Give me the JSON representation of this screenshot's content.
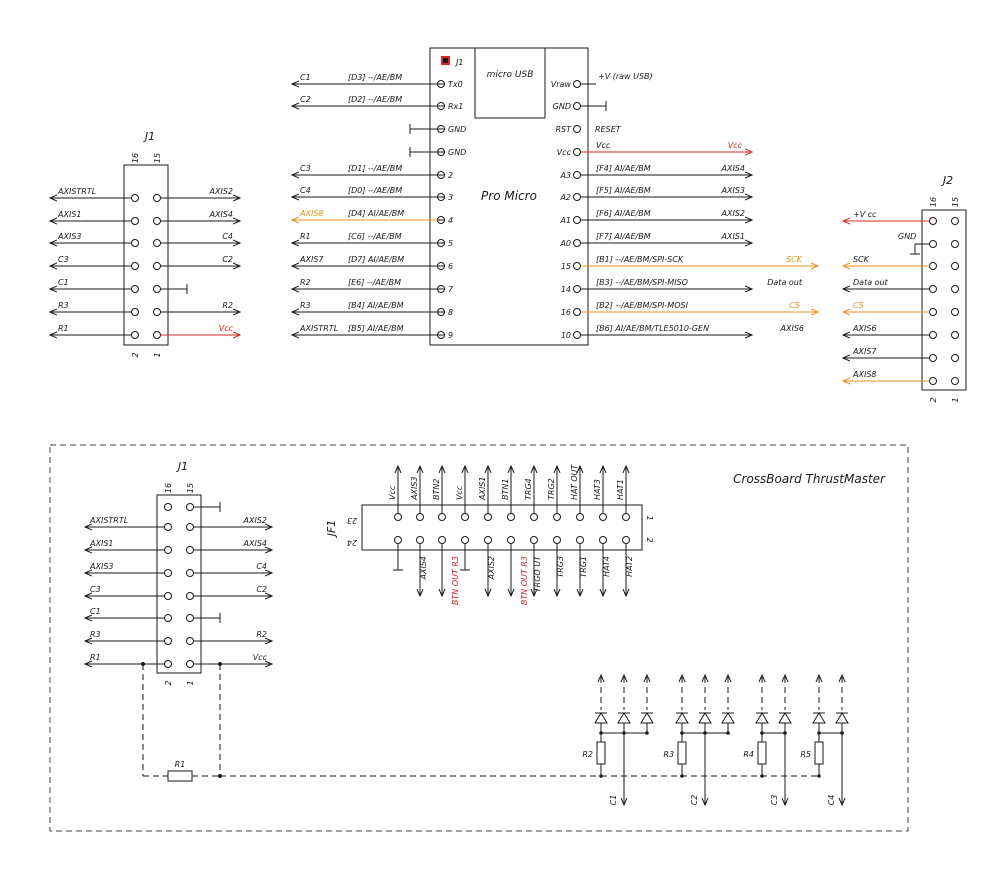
{
  "colors": {
    "red": "#d62828",
    "orange": "#e8901c",
    "ink": "#1a1a1a",
    "hatch_red": "#cc2233"
  },
  "promicro": {
    "title": "Pro Micro",
    "usb_label": "micro USB",
    "ref": "J1",
    "left_pins": [
      {
        "sig": "C1",
        "port": "[D3] --/AE/BM",
        "pin": "Tx0",
        "dir": "out",
        "color": "ink"
      },
      {
        "sig": "C2",
        "port": "[D2] --/AE/BM",
        "pin": "Rx1",
        "dir": "out",
        "color": "ink"
      },
      {
        "sig": "",
        "port": "",
        "pin": "GND",
        "dir": "gnd",
        "color": "ink"
      },
      {
        "sig": "",
        "port": "",
        "pin": "GND",
        "dir": "gnd",
        "color": "ink"
      },
      {
        "sig": "C3",
        "port": "[D1] --/AE/BM",
        "pin": "2",
        "dir": "out",
        "color": "ink"
      },
      {
        "sig": "C4",
        "port": "[D0] --/AE/BM",
        "pin": "3",
        "dir": "out",
        "color": "ink"
      },
      {
        "sig": "AXIS8",
        "port": "[D4] AI/AE/BM",
        "pin": "4",
        "dir": "out",
        "color": "orange"
      },
      {
        "sig": "R1",
        "port": "[C6] --/AE/BM",
        "pin": "5",
        "dir": "out",
        "color": "ink"
      },
      {
        "sig": "AXIS7",
        "port": "[D7] AI/AE/BM",
        "pin": "6",
        "dir": "out",
        "color": "ink"
      },
      {
        "sig": "R2",
        "port": "[E6] --/AE/BM",
        "pin": "7",
        "dir": "out",
        "color": "ink"
      },
      {
        "sig": "R3",
        "port": "[B4] AI/AE/BM",
        "pin": "8",
        "dir": "out",
        "color": "ink"
      },
      {
        "sig": "AXISTRTL",
        "port": "[B5] AI/AE/BM",
        "pin": "9",
        "dir": "out",
        "color": "ink"
      }
    ],
    "right_pins": [
      {
        "pin": "Vraw",
        "port": "",
        "sig": "+V (raw USB)",
        "dir": "none",
        "color": "ink"
      },
      {
        "pin": "GND",
        "port": "",
        "sig": "",
        "dir": "gnd",
        "color": "ink"
      },
      {
        "pin": "RST",
        "port": "RESET",
        "sig": "",
        "dir": "label",
        "color": "ink"
      },
      {
        "pin": "Vcc",
        "port": "Vcc",
        "sig": "Vcc",
        "dir": "out",
        "color": "red"
      },
      {
        "pin": "A3",
        "port": "[F4] AI/AE/BM",
        "sig": "AXIS4",
        "dir": "out",
        "color": "ink"
      },
      {
        "pin": "A2",
        "port": "[F5] AI/AE/BM",
        "sig": "AXIS3",
        "dir": "out",
        "color": "ink"
      },
      {
        "pin": "A1",
        "port": "[F6] AI/AE/BM",
        "sig": "AXIS2",
        "dir": "out",
        "color": "ink"
      },
      {
        "pin": "A0",
        "port": "[F7] AI/AE/BM",
        "sig": "AXIS1",
        "dir": "out",
        "color": "ink"
      },
      {
        "pin": "15",
        "port": "[B1] --/AE/BM/SPI-SCK",
        "sig": "SCK",
        "dir": "out",
        "color": "orange"
      },
      {
        "pin": "14",
        "port": "[B3] --/AE/BM/SPI-MISO",
        "sig": "Data out",
        "dir": "out",
        "color": "ink"
      },
      {
        "pin": "16",
        "port": "[B2] --/AE/BM/SPI-MOSI",
        "sig": "CS",
        "dir": "out",
        "color": "orange"
      },
      {
        "pin": "10",
        "port": "[B6] AI/AE/BM/TLE5010-GEN",
        "sig": "AXIS6",
        "dir": "out",
        "color": "ink"
      }
    ]
  },
  "j1_top": {
    "ref": "J1",
    "pin_top_left": "16",
    "pin_top_right": "15",
    "pin_bottom_left": "2",
    "pin_bottom_right": "1",
    "rows": [
      {
        "left": "AXISTRTL",
        "right": "AXIS2",
        "right_color": "ink",
        "right_type": "arrow"
      },
      {
        "left": "AXIS1",
        "right": "AXIS4",
        "right_color": "ink",
        "right_type": "arrow"
      },
      {
        "left": "AXIS3",
        "right": "C4",
        "right_color": "ink",
        "right_type": "arrow"
      },
      {
        "left": "C3",
        "right": "C2",
        "right_color": "ink",
        "right_type": "arrow"
      },
      {
        "left": "C1",
        "right": "",
        "right_color": "ink",
        "right_type": "gnd"
      },
      {
        "left": "R3",
        "right": "R2",
        "right_color": "ink",
        "right_type": "arrow"
      },
      {
        "left": "R1",
        "right": "Vcc",
        "right_color": "red",
        "right_type": "arrow"
      }
    ]
  },
  "j2": {
    "ref": "J2",
    "pin_top_left": "16",
    "pin_top_right": "15",
    "pin_bottom_left": "2",
    "pin_bottom_right": "1",
    "gnd_label": "GND",
    "rows": [
      {
        "label": "+V cc",
        "color": "red"
      },
      {
        "label": "",
        "color": "ink"
      },
      {
        "label": "SCK",
        "color": "orange"
      },
      {
        "label": "Data out",
        "color": "ink"
      },
      {
        "label": "CS",
        "color": "orange"
      },
      {
        "label": "AXIS6",
        "color": "ink"
      },
      {
        "label": "AXIS7",
        "color": "ink"
      },
      {
        "label": "AXIS8",
        "color": "orange"
      }
    ]
  },
  "crossboard": {
    "title": "CrossBoard ThrustMaster",
    "j1": {
      "ref": "J1",
      "pin_top_left": "16",
      "pin_top_right": "15",
      "pin_bottom_left": "2",
      "pin_bottom_right": "1",
      "rows": [
        {
          "left": "",
          "right": "",
          "right_type": "gnd"
        },
        {
          "left": "AXISTRTL",
          "right": "AXIS2",
          "right_type": "arrow"
        },
        {
          "left": "AXIS1",
          "right": "AXIS4",
          "right_type": "arrow"
        },
        {
          "left": "AXIS3",
          "right": "C4",
          "right_type": "arrow"
        },
        {
          "left": "C3",
          "right": "C2",
          "right_type": "arrow"
        },
        {
          "left": "C1",
          "right": "",
          "right_type": "gnd"
        },
        {
          "left": "R3",
          "right": "R2",
          "right_type": "arrow"
        },
        {
          "left": "R1",
          "right": "Vcc",
          "right_type": "arrow"
        }
      ]
    },
    "jf1": {
      "ref": "JF1",
      "pin_tl": "23",
      "pin_bl": "24",
      "pin_tr": "1",
      "pin_br": "2",
      "top": [
        "Vcc",
        "AXIS3",
        "BTN2",
        "Vcc",
        "AXIS1",
        "BTN1",
        "TRG4",
        "TRG2",
        "HAT OUT",
        "HAT3",
        "HAT1"
      ],
      "bottom": [
        "",
        "AXIS4",
        "BTN OUT R3",
        "",
        "AXIS2",
        "BTN OUT R3",
        "TRGO UT",
        "TRG3",
        "TRG1",
        "HAT4",
        "HAT2"
      ],
      "bottom_red": [
        false,
        false,
        true,
        false,
        false,
        true,
        false,
        false,
        false,
        false,
        false
      ]
    },
    "r1": "R1",
    "resistors": [
      "R2",
      "R3",
      "R4",
      "R5"
    ],
    "cols": [
      "C1",
      "C2",
      "C3",
      "C4"
    ]
  }
}
